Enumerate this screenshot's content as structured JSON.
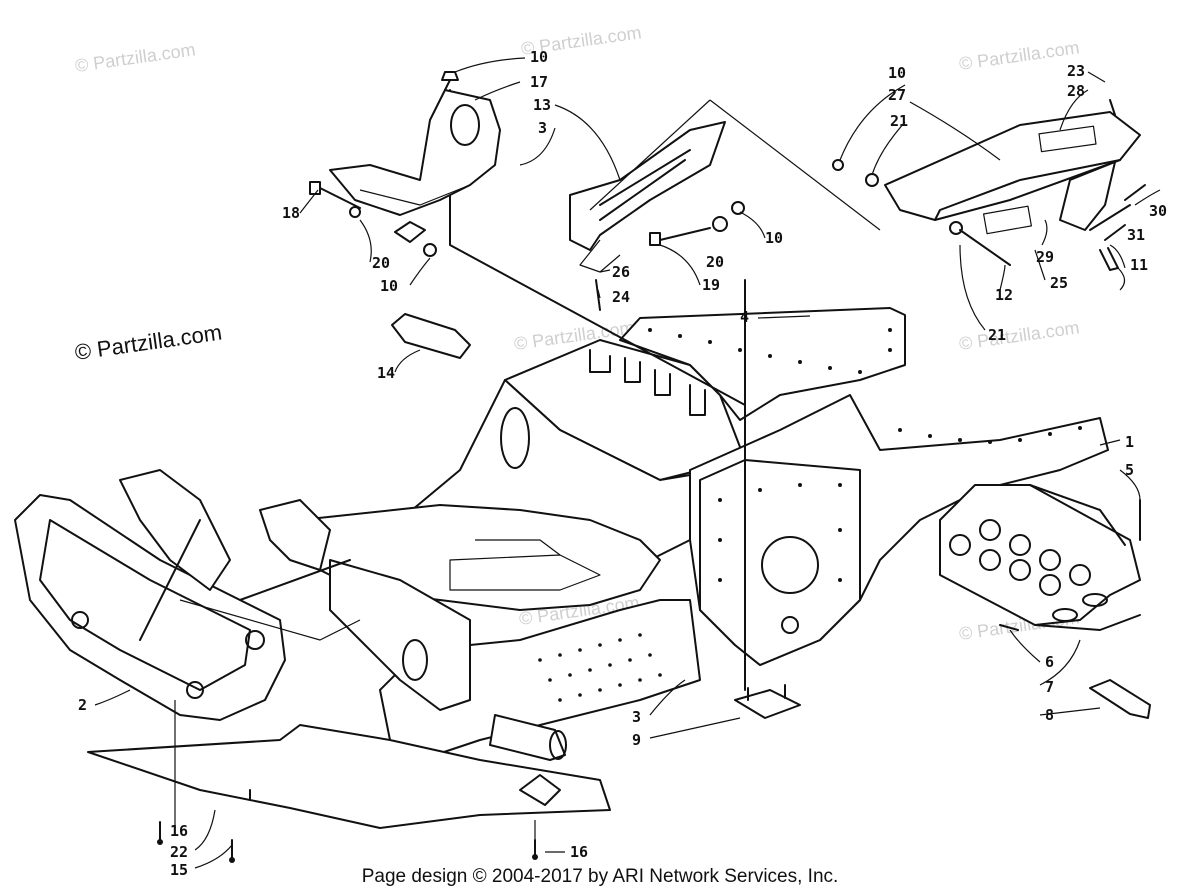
{
  "watermarks": {
    "main": "© Partzilla.com",
    "faint": "© Partzilla.com"
  },
  "footer": "Page design © 2004-2017 by ARI Network Services, Inc.",
  "callouts": {
    "c10a": "10",
    "c17": "17",
    "c13": "13",
    "c3a": "3",
    "c18": "18",
    "c20a": "20",
    "c10b": "10",
    "c26": "26",
    "c24": "24",
    "c19": "19",
    "c20b": "20",
    "c10c": "10",
    "c4": "4",
    "c14": "14",
    "c10d": "10",
    "c27": "27",
    "c21a": "21",
    "c23": "23",
    "c28": "28",
    "c30": "30",
    "c31": "31",
    "c11": "11",
    "c29": "29",
    "c25": "25",
    "c12": "12",
    "c21b": "21",
    "c1": "1",
    "c5": "5",
    "c6": "6",
    "c7": "7",
    "c8": "8",
    "c2": "2",
    "c3b": "3",
    "c9": "9",
    "c16a": "16",
    "c22": "22",
    "c15": "15",
    "c16b": "16"
  }
}
